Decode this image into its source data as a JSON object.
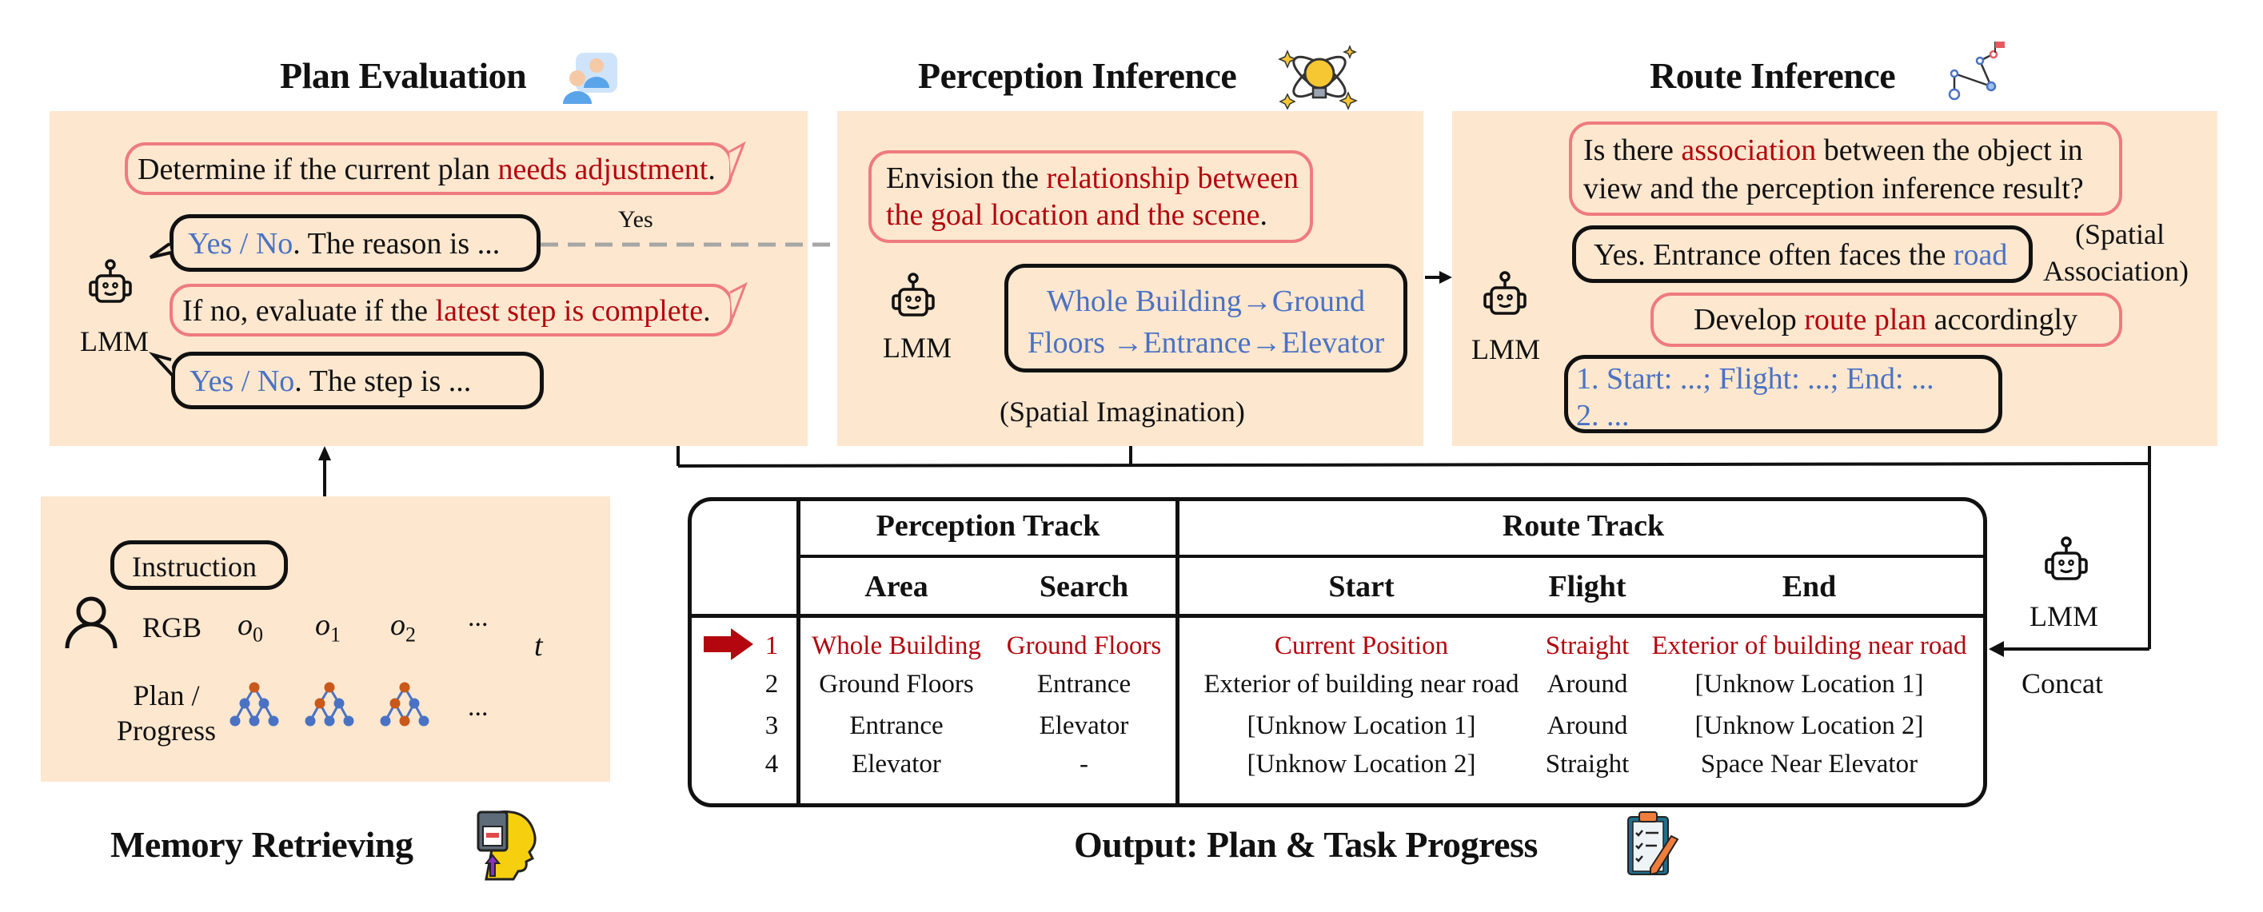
{
  "sections": {
    "plan_evaluation": {
      "title": "Plan Evaluation",
      "icon": "users-icon",
      "prompt1": {
        "pre": "Determine if the current plan ",
        "highlight": "needs adjustment",
        "post": "."
      },
      "response1": {
        "highlight": "Yes / No",
        "post": ". The reason is ..."
      },
      "prompt2": {
        "pre": "If no, evaluate if the ",
        "highlight": "latest step is complete",
        "post": "."
      },
      "response2": {
        "highlight": "Yes / No",
        "post": ". The step is ..."
      },
      "agent_label": "LMM",
      "yes_label": "Yes"
    },
    "perception_inference": {
      "title": "Perception Inference",
      "icon": "lightbulb-icon",
      "prompt": {
        "pre": "Envision the ",
        "highlight_line1": "relationship between",
        "highlight_line2": "the goal location and the scene",
        "post": "."
      },
      "response_line1": "Whole Building→Ground",
      "response_line2": "Floors →Entrance→Elevator",
      "agent_label": "LMM",
      "caption": "(Spatial Imagination)"
    },
    "route_inference": {
      "title": "Route Inference",
      "icon": "route-icon",
      "prompt1": {
        "pre": "Is there ",
        "highlight": "association",
        "post_line1": " between the object in",
        "line2": "view and the perception inference result?"
      },
      "response1": {
        "pre": "Yes. Entrance often faces the ",
        "highlight": "road"
      },
      "side_caption_line1": "(Spatial",
      "side_caption_line2": "Association)",
      "prompt2": {
        "pre": "Develop ",
        "highlight": "route plan",
        "post": " accordingly"
      },
      "response2_line1": "1. Start: ...; Flight: ...; End: ...",
      "response2_line2": "2. ...",
      "agent_label": "LMM"
    },
    "memory_retrieving": {
      "title": "Memory Retrieving",
      "icon": "memory-head-icon",
      "instruction_label": "Instruction",
      "rgb_label": "RGB",
      "observations": [
        "o",
        "o",
        "o",
        "..."
      ],
      "observation_subscripts": [
        "0",
        "1",
        "2",
        ""
      ],
      "time_label": "t",
      "plan_label_line1": "Plan /",
      "plan_label_line2": "Progress",
      "plan_ellipsis": "..."
    },
    "output": {
      "title": "Output: Plan & Task Progress",
      "icon": "clipboard-icon",
      "concat_agent_label": "LMM",
      "concat_label": "Concat"
    }
  },
  "table": {
    "group_headers": [
      "Perception Track",
      "Route Track"
    ],
    "columns": [
      "Area",
      "Search",
      "Start",
      "Flight",
      "End"
    ],
    "current_row_index": 0,
    "rows": [
      {
        "index": "1",
        "area": "Whole Building",
        "search": "Ground Floors",
        "start": "Current Position",
        "flight": "Straight",
        "end": "Exterior of  building near road"
      },
      {
        "index": "2",
        "area": "Ground Floors",
        "search": "Entrance",
        "start": "Exterior of  building near road",
        "flight": "Around",
        "end": "[Unknow Location 1]"
      },
      {
        "index": "3",
        "area": "Entrance",
        "search": "Elevator",
        "start": "[Unknow Location 1]",
        "flight": "Around",
        "end": "[Unknow Location 2]"
      },
      {
        "index": "4",
        "area": "Elevator",
        "search": "-",
        "start": "[Unknow Location 2]",
        "flight": "Straight",
        "end": "Space Near Elevator"
      }
    ]
  },
  "colors": {
    "panel_bg": "#fde7cf",
    "prompt_border": "#ef7b7f",
    "highlight_red": "#b3060e",
    "response_blue": "#4a72c4",
    "dashed_arrow": "#a6a6a6"
  }
}
